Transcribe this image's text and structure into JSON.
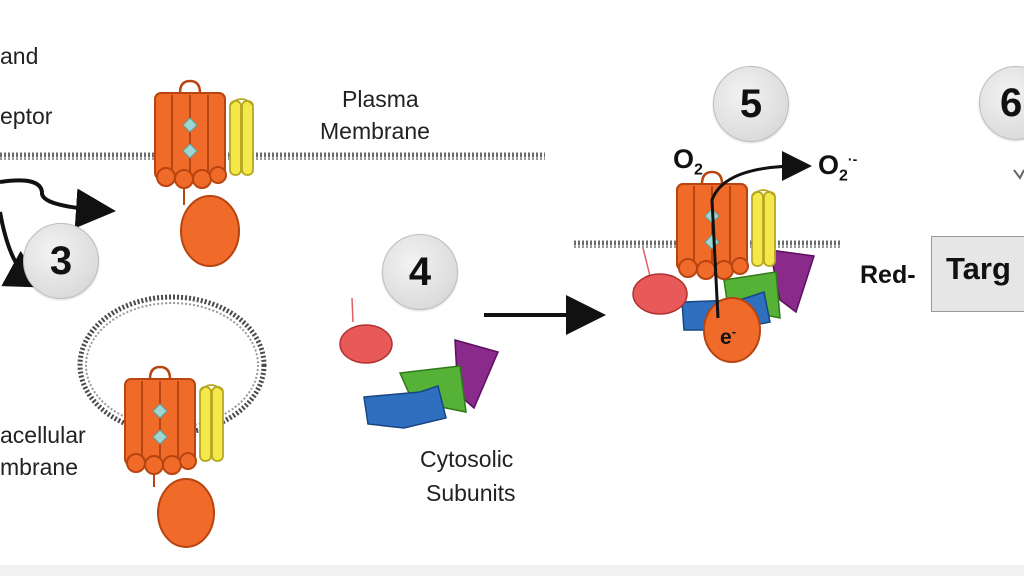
{
  "labels": {
    "top_left_line1": "and",
    "top_left_line2": "eptor",
    "plasma_line1": "Plasma",
    "plasma_line2": "Membrane",
    "intra_line1": "acellular",
    "intra_line2": "mbrane",
    "cyto_line1": "Cytosolic",
    "cyto_line2": "Subunits",
    "o2": "O",
    "o2_sub": "2",
    "o2_product": "O",
    "o2_product_sub": "2",
    "o2_product_sup": "·-",
    "electron": "e",
    "electron_sup": "-",
    "red": "Red-",
    "target": "Targ"
  },
  "steps": {
    "s3": "3",
    "s4": "4",
    "s5": "5",
    "s6": "6"
  },
  "colors": {
    "protein_orange": "#f06a2a",
    "protein_outline": "#b84410",
    "yellow_subunit": "#f4e84a",
    "diamond": "#9fd6d2",
    "pink_subunit": "#e85a5a",
    "green_subunit": "#55b236",
    "blue_subunit": "#2f6fc0",
    "purple_subunit": "#8a2a8a"
  }
}
